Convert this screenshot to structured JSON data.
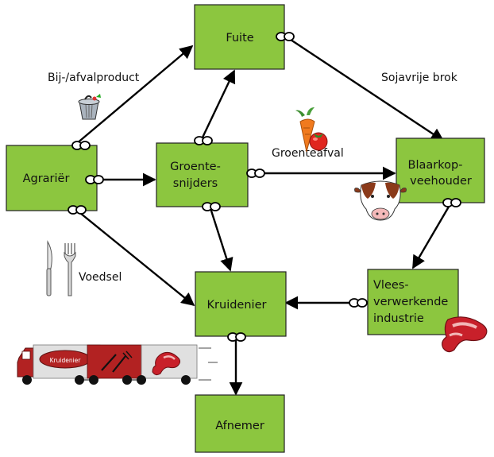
{
  "nodes": {
    "fuite": "Fuite",
    "agrarier": "Agrariër",
    "groentesnijders": [
      "Groente-",
      "snijders"
    ],
    "blaarkop": [
      "Blaarkop-",
      "veehouder"
    ],
    "vleesverwerkende": [
      "Vlees-",
      "verwerkende",
      "industrie"
    ],
    "kruidenier": "Kruidenier",
    "afnemer": "Afnemer"
  },
  "labels": {
    "bijproduct": "Bij-/afvalproduct",
    "sojavrije": "Sojavrije brok",
    "groenteafval": "Groenteafval",
    "voedsel": "Voedsel"
  },
  "truck_logo_text": "Kruidenier",
  "colors": {
    "node_fill": "#8cc63f",
    "truck_red": "#b22222",
    "meat": "#c8202a"
  },
  "icons": [
    "trash-bin-icon",
    "carrot-tomato-icon",
    "cow-icon",
    "knife-fork-icon",
    "steak-icon",
    "truck-icon"
  ]
}
